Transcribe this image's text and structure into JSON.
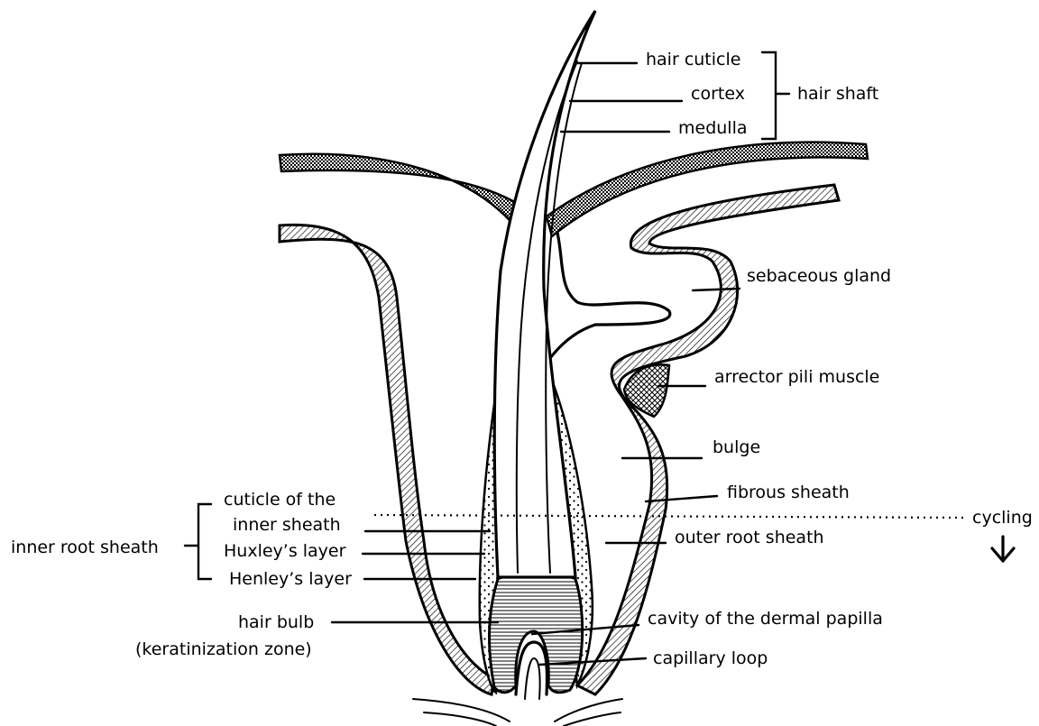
{
  "labels": {
    "hair_cuticle": "hair cuticle",
    "cortex": "cortex",
    "medulla": "medulla",
    "hair_shaft": "hair shaft",
    "sebaceous_gland": "sebaceous gland",
    "arrector_pili_muscle": "arrector pili muscle",
    "bulge": "bulge",
    "fibrous_sheath": "fibrous sheath",
    "cycling": "cycling",
    "outer_root_sheath": "outer root sheath",
    "cuticle_line1": "cuticle of the",
    "cuticle_line2": "inner sheath",
    "huxleys_layer": "Huxley’s layer",
    "henleys_layer": "Henley’s layer",
    "inner_root_sheath": "inner root sheath",
    "hair_bulb": "hair bulb",
    "keratinization_zone": "(keratinization zone)",
    "cavity_dermal_papilla": "cavity of the dermal papilla",
    "capillary_loop": "capillary loop"
  },
  "icons": {
    "cycling_arrow": "down-arrow-icon"
  }
}
